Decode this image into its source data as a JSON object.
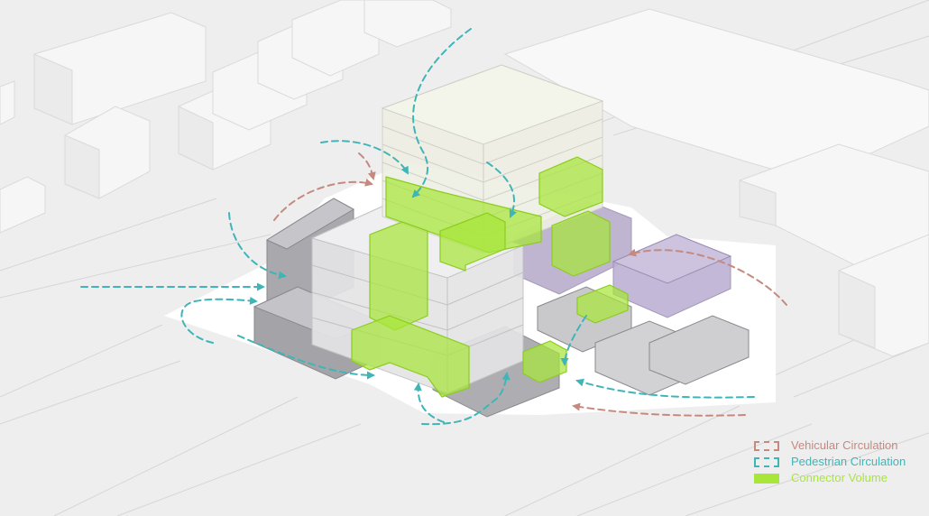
{
  "legend": {
    "items": [
      {
        "key": "vehicular",
        "label": "Vehicular Circulation",
        "color": "#c48a80",
        "style": "dashed-outline"
      },
      {
        "key": "pedestrian",
        "label": "Pedestrian Circulation",
        "color": "#3fb5b8",
        "style": "dashed-outline"
      },
      {
        "key": "connector",
        "label": "Connector Volume",
        "color": "#a8e63a",
        "style": "solid-fill"
      }
    ]
  },
  "palette": {
    "background": "#eeeeee",
    "context_block": "#f6f6f6",
    "site_plane": "#ffffff",
    "building_glass": "#e4e4e6",
    "building_dark": "#a9a9ad",
    "building_purple": "#b9aecd",
    "connector": "#a8e63a"
  }
}
